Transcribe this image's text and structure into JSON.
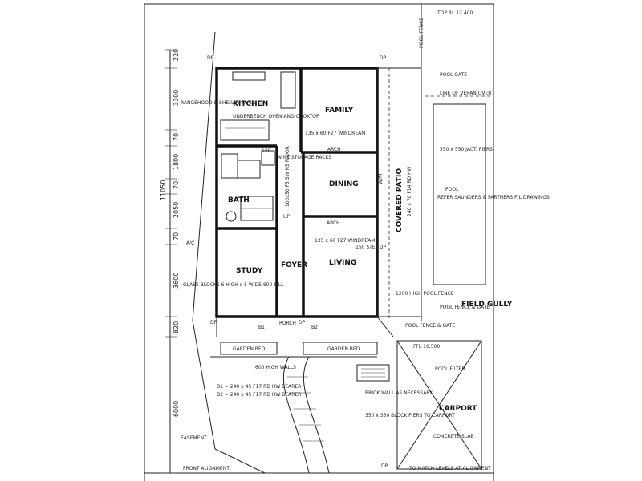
{
  "rooms": {
    "kitchen": "KITCHEN",
    "family": "FAMILY",
    "dining": "DINING",
    "bath": "BATH",
    "study": "STUDY",
    "foyer": "FOYER",
    "living": "LIVING",
    "covered_patio": "COVERED PATIO",
    "carport": "CARPORT",
    "porch": "PORCH"
  },
  "labels": {
    "tip_rl": "TOP RL 12.400",
    "pool_fence": "POOL FENCE",
    "pool_gate": "POOL GATE",
    "line_of_verandah": "LINE OF VERAN OVER",
    "pool_piers": "550 x 550 JACT. PIERS",
    "pool": "POOL",
    "pool_builder": "REFER SAUNDERS & PARTNERS P/L DRAWINGS",
    "patio_beam": "240 x 70 F14 RD HW",
    "rangehood": "RANGEHOOD & SHELVES OVER",
    "cooktop": "UNDERBENCH OVEN AND COOKTOP",
    "family_beam": "135 x 60 F27 WINDREAM",
    "wine_storage": "WINE STORAGE RACKS",
    "dining_beam": "100x50 F5 SW NS FLOOR",
    "ac": "A/C",
    "glass_blocks": "GLASS BLOCKS 6 HIGH x 5 WIDE 600 SILL",
    "living_beam": "135 x 60 F27 WINDREAM",
    "living_step": "150 STEP UP",
    "pool_fence_1200": "1200 HIGH POOL FENCE",
    "field_gully": "FIELD GULLY",
    "pool_fence_gate": "POOL FENCE & GATE",
    "pool_fence_gate2": "POOL FENCE & GATE",
    "ffl": "FFL 10.500",
    "pool_filter": "POOL FILTER",
    "garden_bed_1": "GARDEN BED",
    "garden_bed_2": "GARDEN BED",
    "high_walls": "600 HIGH WALLS",
    "beam_b1": "B1 = 240 x 45 F17 RD HW BEARER",
    "beam_b2": "B2 = 240 x 45 F17 RD HW BEARER",
    "brick_wall": "BRICK WALL AS NECESSARY",
    "block_piers": "350 x 350 BLOCK PIERS TO CARPORT",
    "concrete_slab": "CONCRETE SLAB",
    "easement": "EASEMENT",
    "front_alignment": "FRONT ALIGNMENT",
    "match_levels": "TO MATCH LEVELS AT ALIGNMENT",
    "dp": "DP",
    "up": "UP",
    "arch": "ARCH",
    "wm": "W/M",
    "b1": "B1",
    "b2": "B2",
    "dim_120": "120"
  },
  "dimensions": {
    "vertical": [
      "220",
      "3300",
      "70",
      "1800",
      "70",
      "2050",
      "70",
      "3600",
      "820",
      "6000"
    ],
    "overall": "11050"
  }
}
